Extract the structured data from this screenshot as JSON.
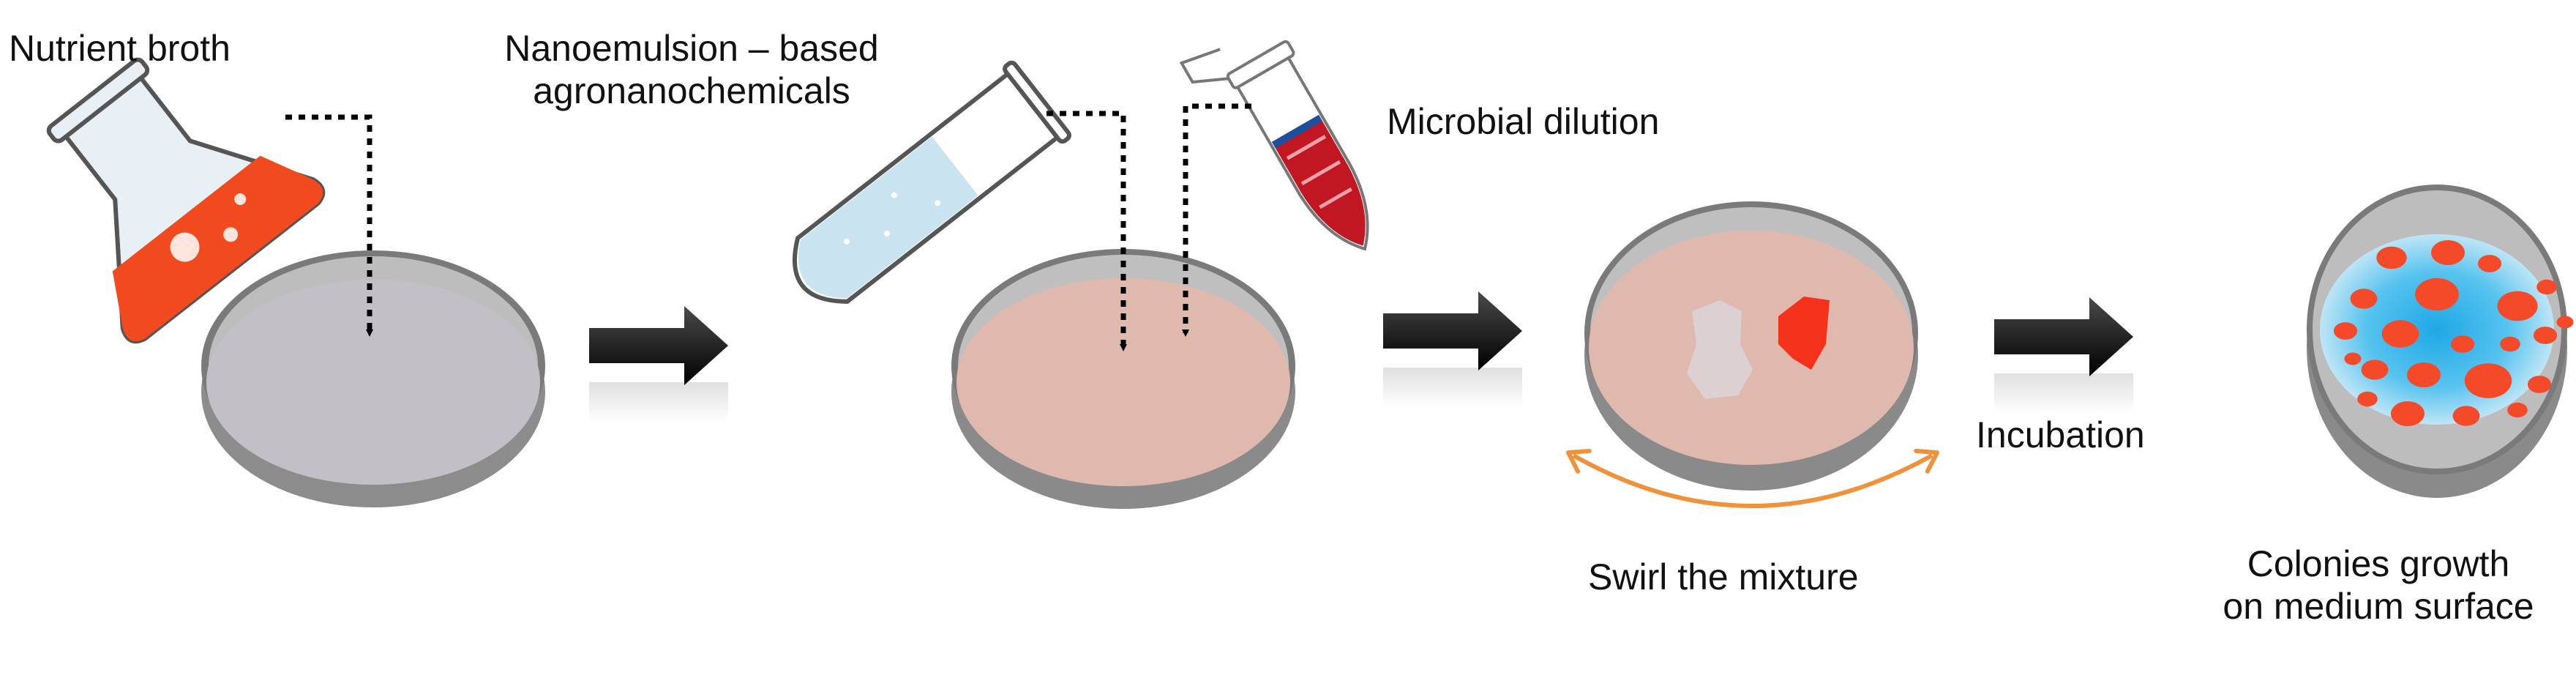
{
  "labels": {
    "nutrient_broth": "Nutrient broth",
    "nanoemulsion_line1": "Nanoemulsion – based",
    "nanoemulsion_line2": "agronanochemicals",
    "microbial_dilution": "Microbial dilution",
    "swirl": "Swirl the mixture",
    "incubation": "Incubation",
    "colonies_line1": "Colonies growth",
    "colonies_line2": "on medium surface"
  },
  "colors": {
    "dish_rim": "#8c8c8c",
    "dish_wall": "#bdbdbd",
    "empty_medium": "#c2c0c6",
    "agar_medium": "#dfb9ad",
    "flask_liquid": "#f04a1e",
    "tube_liquid": "#c9e3f1",
    "colony": "#f44a2a",
    "swirl_arrow": "#f0923a",
    "process_arrow": "#111111"
  },
  "icons": [
    "flask-icon",
    "test-tube-icon",
    "microtube-icon",
    "petri-dish-icon",
    "process-arrow-icon",
    "swirl-arrow-icon"
  ]
}
